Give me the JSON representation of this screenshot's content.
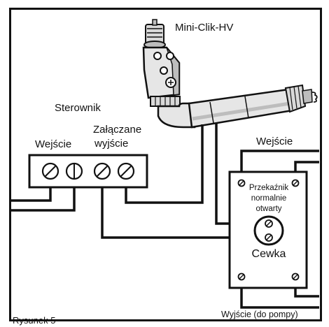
{
  "labels": {
    "device": "Mini-Clik-HV",
    "controller": "Sterownik",
    "input_left": "Wejście",
    "switched_line1": "Załączane",
    "switched_line2": "wyjście",
    "input_right": "Wejście",
    "relay_line1": "Przekaźnik",
    "relay_line2": "normalnie",
    "relay_line3": "otwarty",
    "coil": "Cewka",
    "output": "Wyjście (do pompy)",
    "figure": "Rysunek 5"
  },
  "colors": {
    "ink": "#111111",
    "wire": "#111111",
    "device_fill": "#e6e6e6",
    "device_shadow": "#bdbdbd",
    "background": "#ffffff"
  }
}
